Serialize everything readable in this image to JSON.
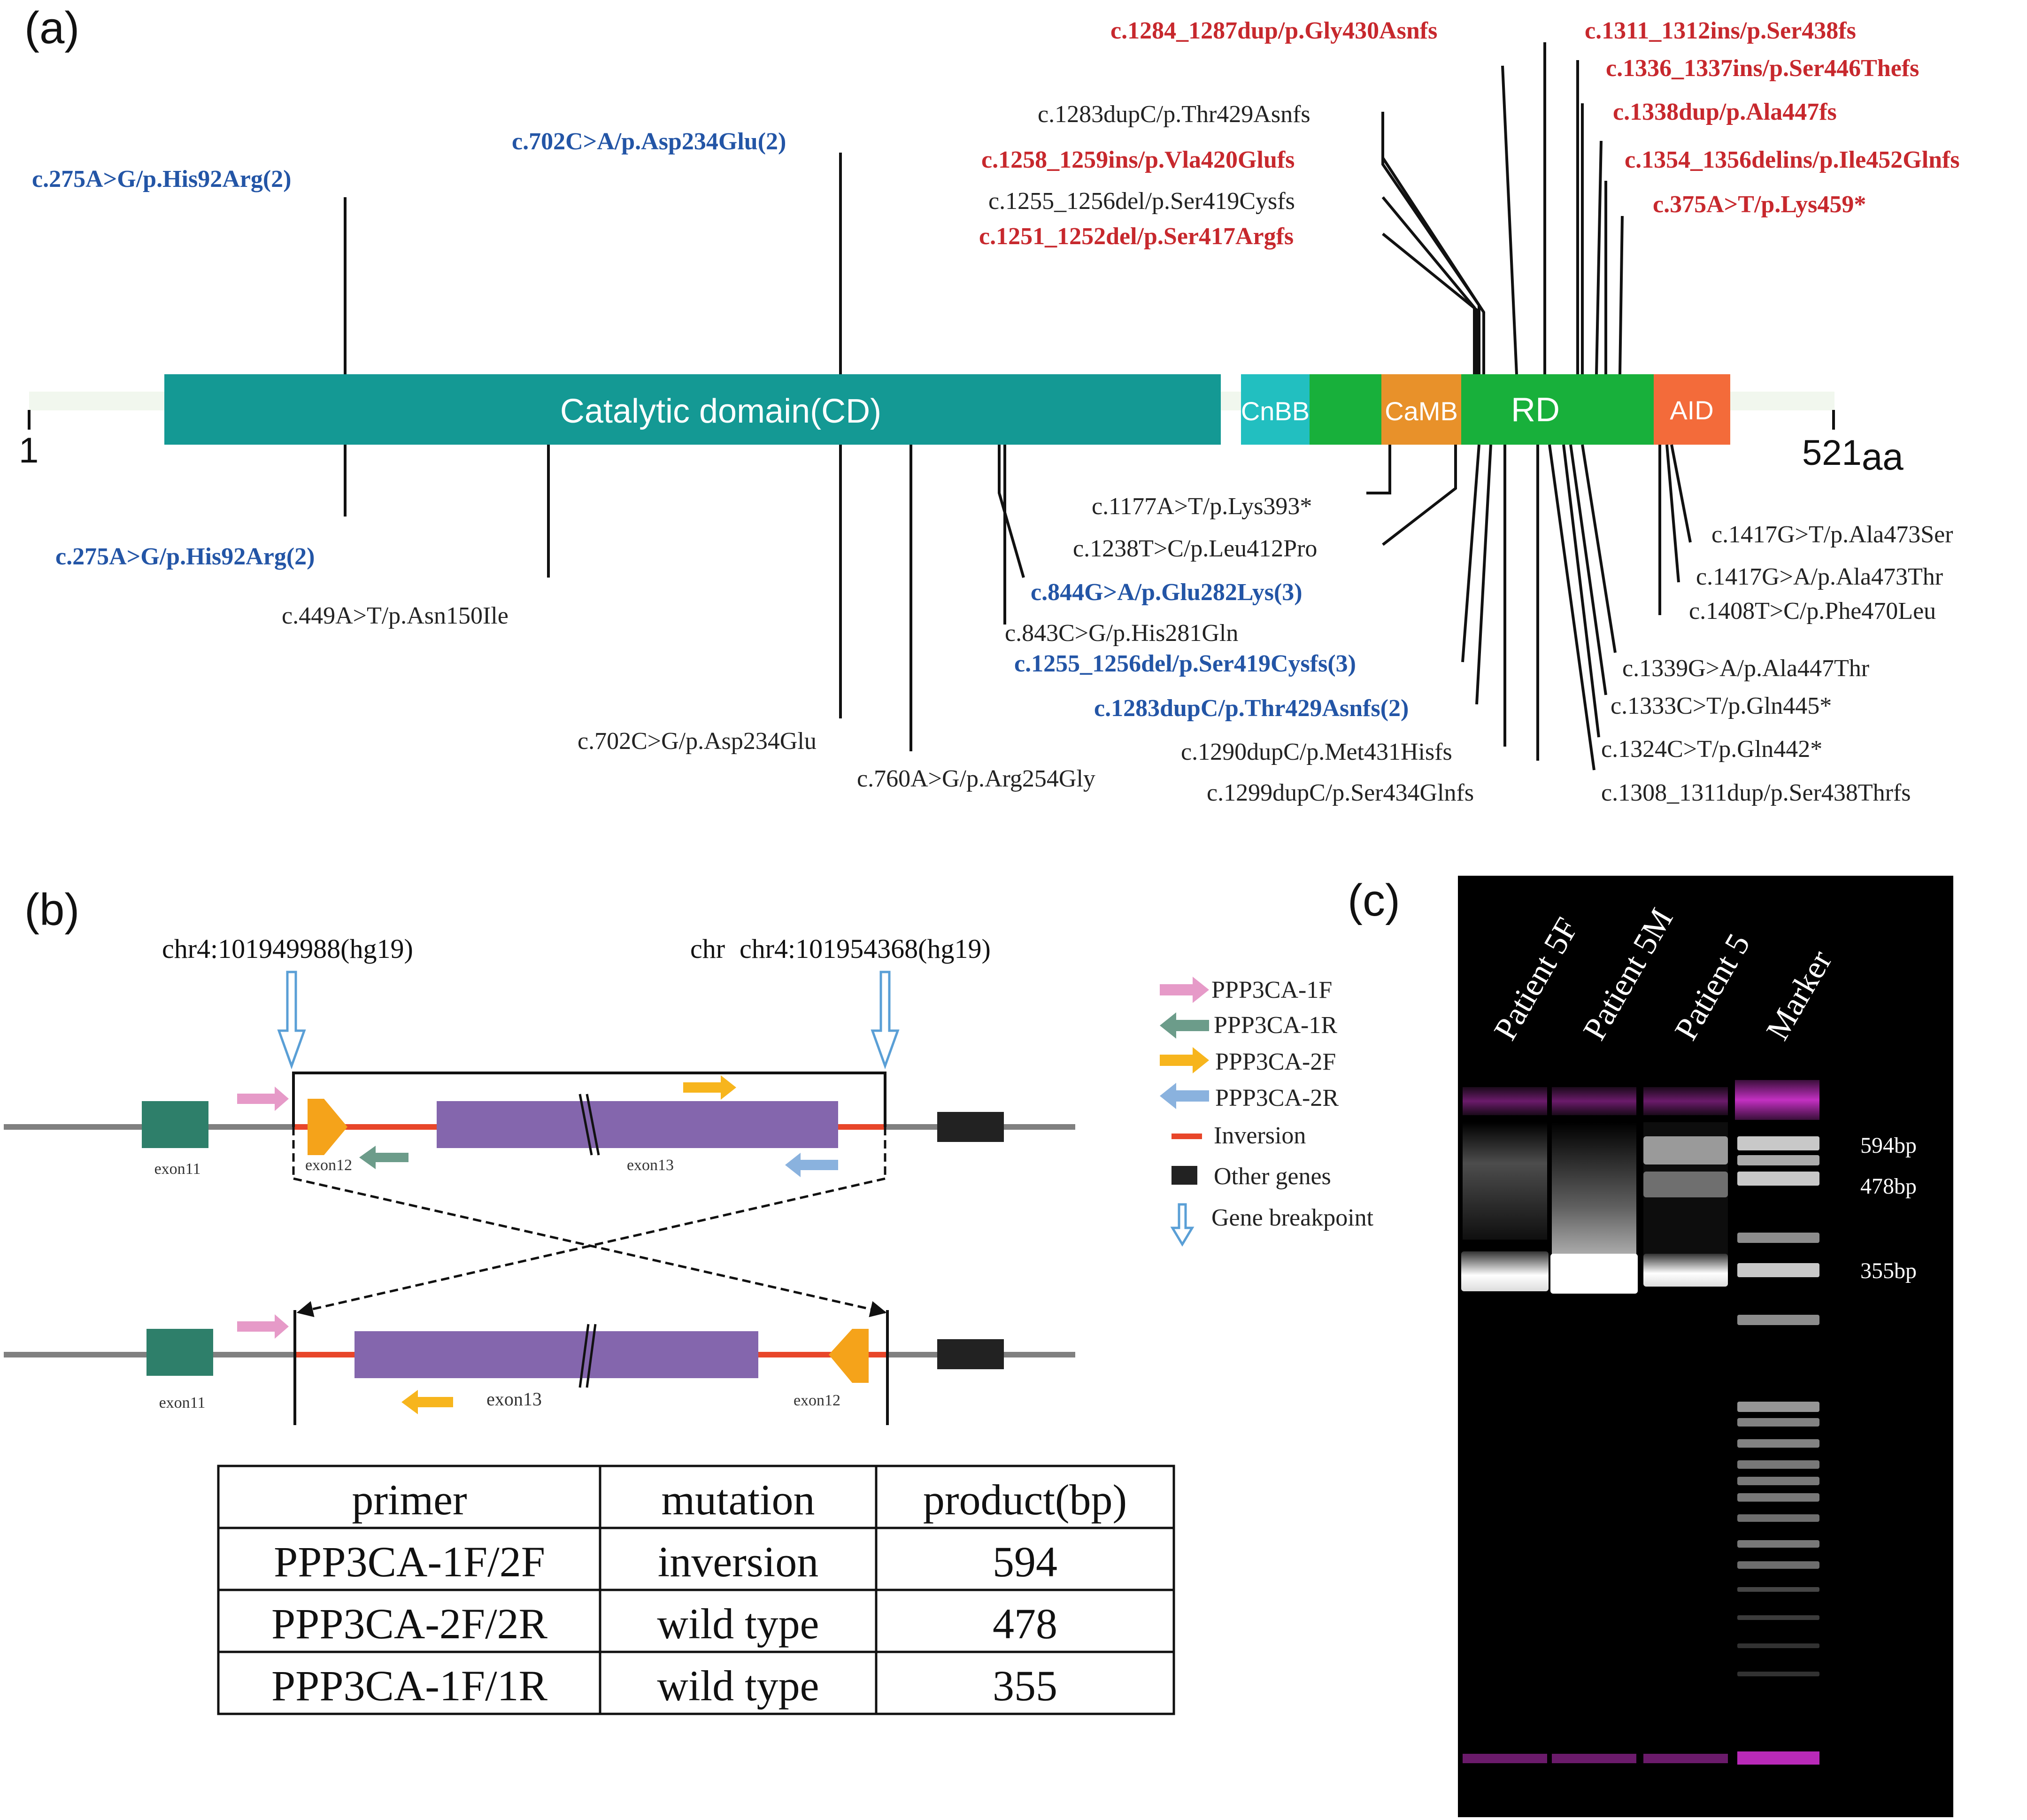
{
  "colors": {
    "mut_red": "#c7282d",
    "mut_blue": "#2355a6",
    "mut_black": "#222222",
    "cd": "#149994",
    "cnbb": "#22bfc0",
    "green": "#18b03b",
    "camb": "#e8912a",
    "aid": "#f36b3a",
    "exon11": "#2e7f6a",
    "exon13": "#8466ad",
    "exon12": "#f5a31a",
    "inversion_line": "#e8462a",
    "primer_1f": "#e69ac8",
    "primer_1r": "#6c9c8a",
    "primer_2f": "#f7b51d",
    "primer_2r": "#8ab2de",
    "breakpoint": "#5a9fd6",
    "gel_marker": "#b92ab8"
  },
  "panel_a": {
    "label": "(a)",
    "start_label": "1",
    "end_label": "521",
    "end_unit": "aa",
    "domains": {
      "cd": "Catalytic domain(CD)",
      "cnbb": "CnBB",
      "camb": "CaMB",
      "rd": "RD",
      "aid": "AID"
    },
    "mutations_above": [
      "c.275A>G/p.His92Arg(2)",
      "c.702C>A/p.Asp234Glu(2)",
      "c.1284_1287dup/p.Gly430Asnfs",
      "c.1283dupC/p.Thr429Asnfs",
      "c.1258_1259ins/p.Vla420Glufs",
      "c.1255_1256del/p.Ser419Cysfs",
      "c.1251_1252del/p.Ser417Argfs",
      "c.1311_1312ins/p.Ser438fs",
      "c.1336_1337ins/p.Ser446Thefs",
      "c.1338dup/p.Ala447fs",
      "c.1354_1356delins/p.Ile452Glnfs",
      "c.375A>T/p.Lys459*"
    ],
    "mutations_below": [
      "c.275A>G/p.His92Arg(2)",
      "c.449A>T/p.Asn150Ile",
      "c.702C>G/p.Asp234Glu",
      "c.760A>G/p.Arg254Gly",
      "c.844G>A/p.Glu282Lys(3)",
      "c.843C>G/p.His281Gln",
      "c.1177A>T/p.Lys393*",
      "c.1238T>C/p.Leu412Pro",
      "c.1255_1256del/p.Ser419Cysfs(3)",
      "c.1283dupC/p.Thr429Asnfs(2)",
      "c.1290dupC/p.Met431Hisfs",
      "c.1299dupC/p.Ser434Glnfs",
      "c.1417G>T/p.Ala473Ser",
      "c.1417G>A/p.Ala473Thr",
      "c.1408T>C/p.Phe470Leu",
      "c.1339G>A/p.Ala447Thr",
      "c.1333C>T/p.Gln445*",
      "c.1324C>T/p.Gln442*",
      "c.1308_1311dup/p.Ser438Thrfs"
    ]
  },
  "panel_b": {
    "label": "(b)",
    "breakpoint_left": "chr4:101949988(hg19)",
    "breakpoint_right_prefix": "chr",
    "breakpoint_right": "chr4:101954368(hg19)",
    "exon11": "exon11",
    "exon12": "exon12",
    "exon13": "exon13",
    "legend": [
      "PPP3CA-1F",
      "PPP3CA-1R",
      "PPP3CA-2F",
      "PPP3CA-2R",
      "Inversion",
      "Other genes",
      "Gene breakpoint"
    ],
    "table": {
      "headers": [
        "primer",
        "mutation",
        "product(bp)"
      ],
      "rows": [
        [
          "PPP3CA-1F/2F",
          "inversion",
          "594"
        ],
        [
          "PPP3CA-2F/2R",
          "wild type",
          "478"
        ],
        [
          "PPP3CA-1F/1R",
          "wild type",
          "355"
        ]
      ]
    }
  },
  "panel_c": {
    "label": "(c)",
    "lanes": [
      "Patient 5F",
      "Patient 5M",
      "Patient 5",
      "Marker"
    ],
    "bands": [
      "594bp",
      "478bp",
      "355bp"
    ]
  }
}
